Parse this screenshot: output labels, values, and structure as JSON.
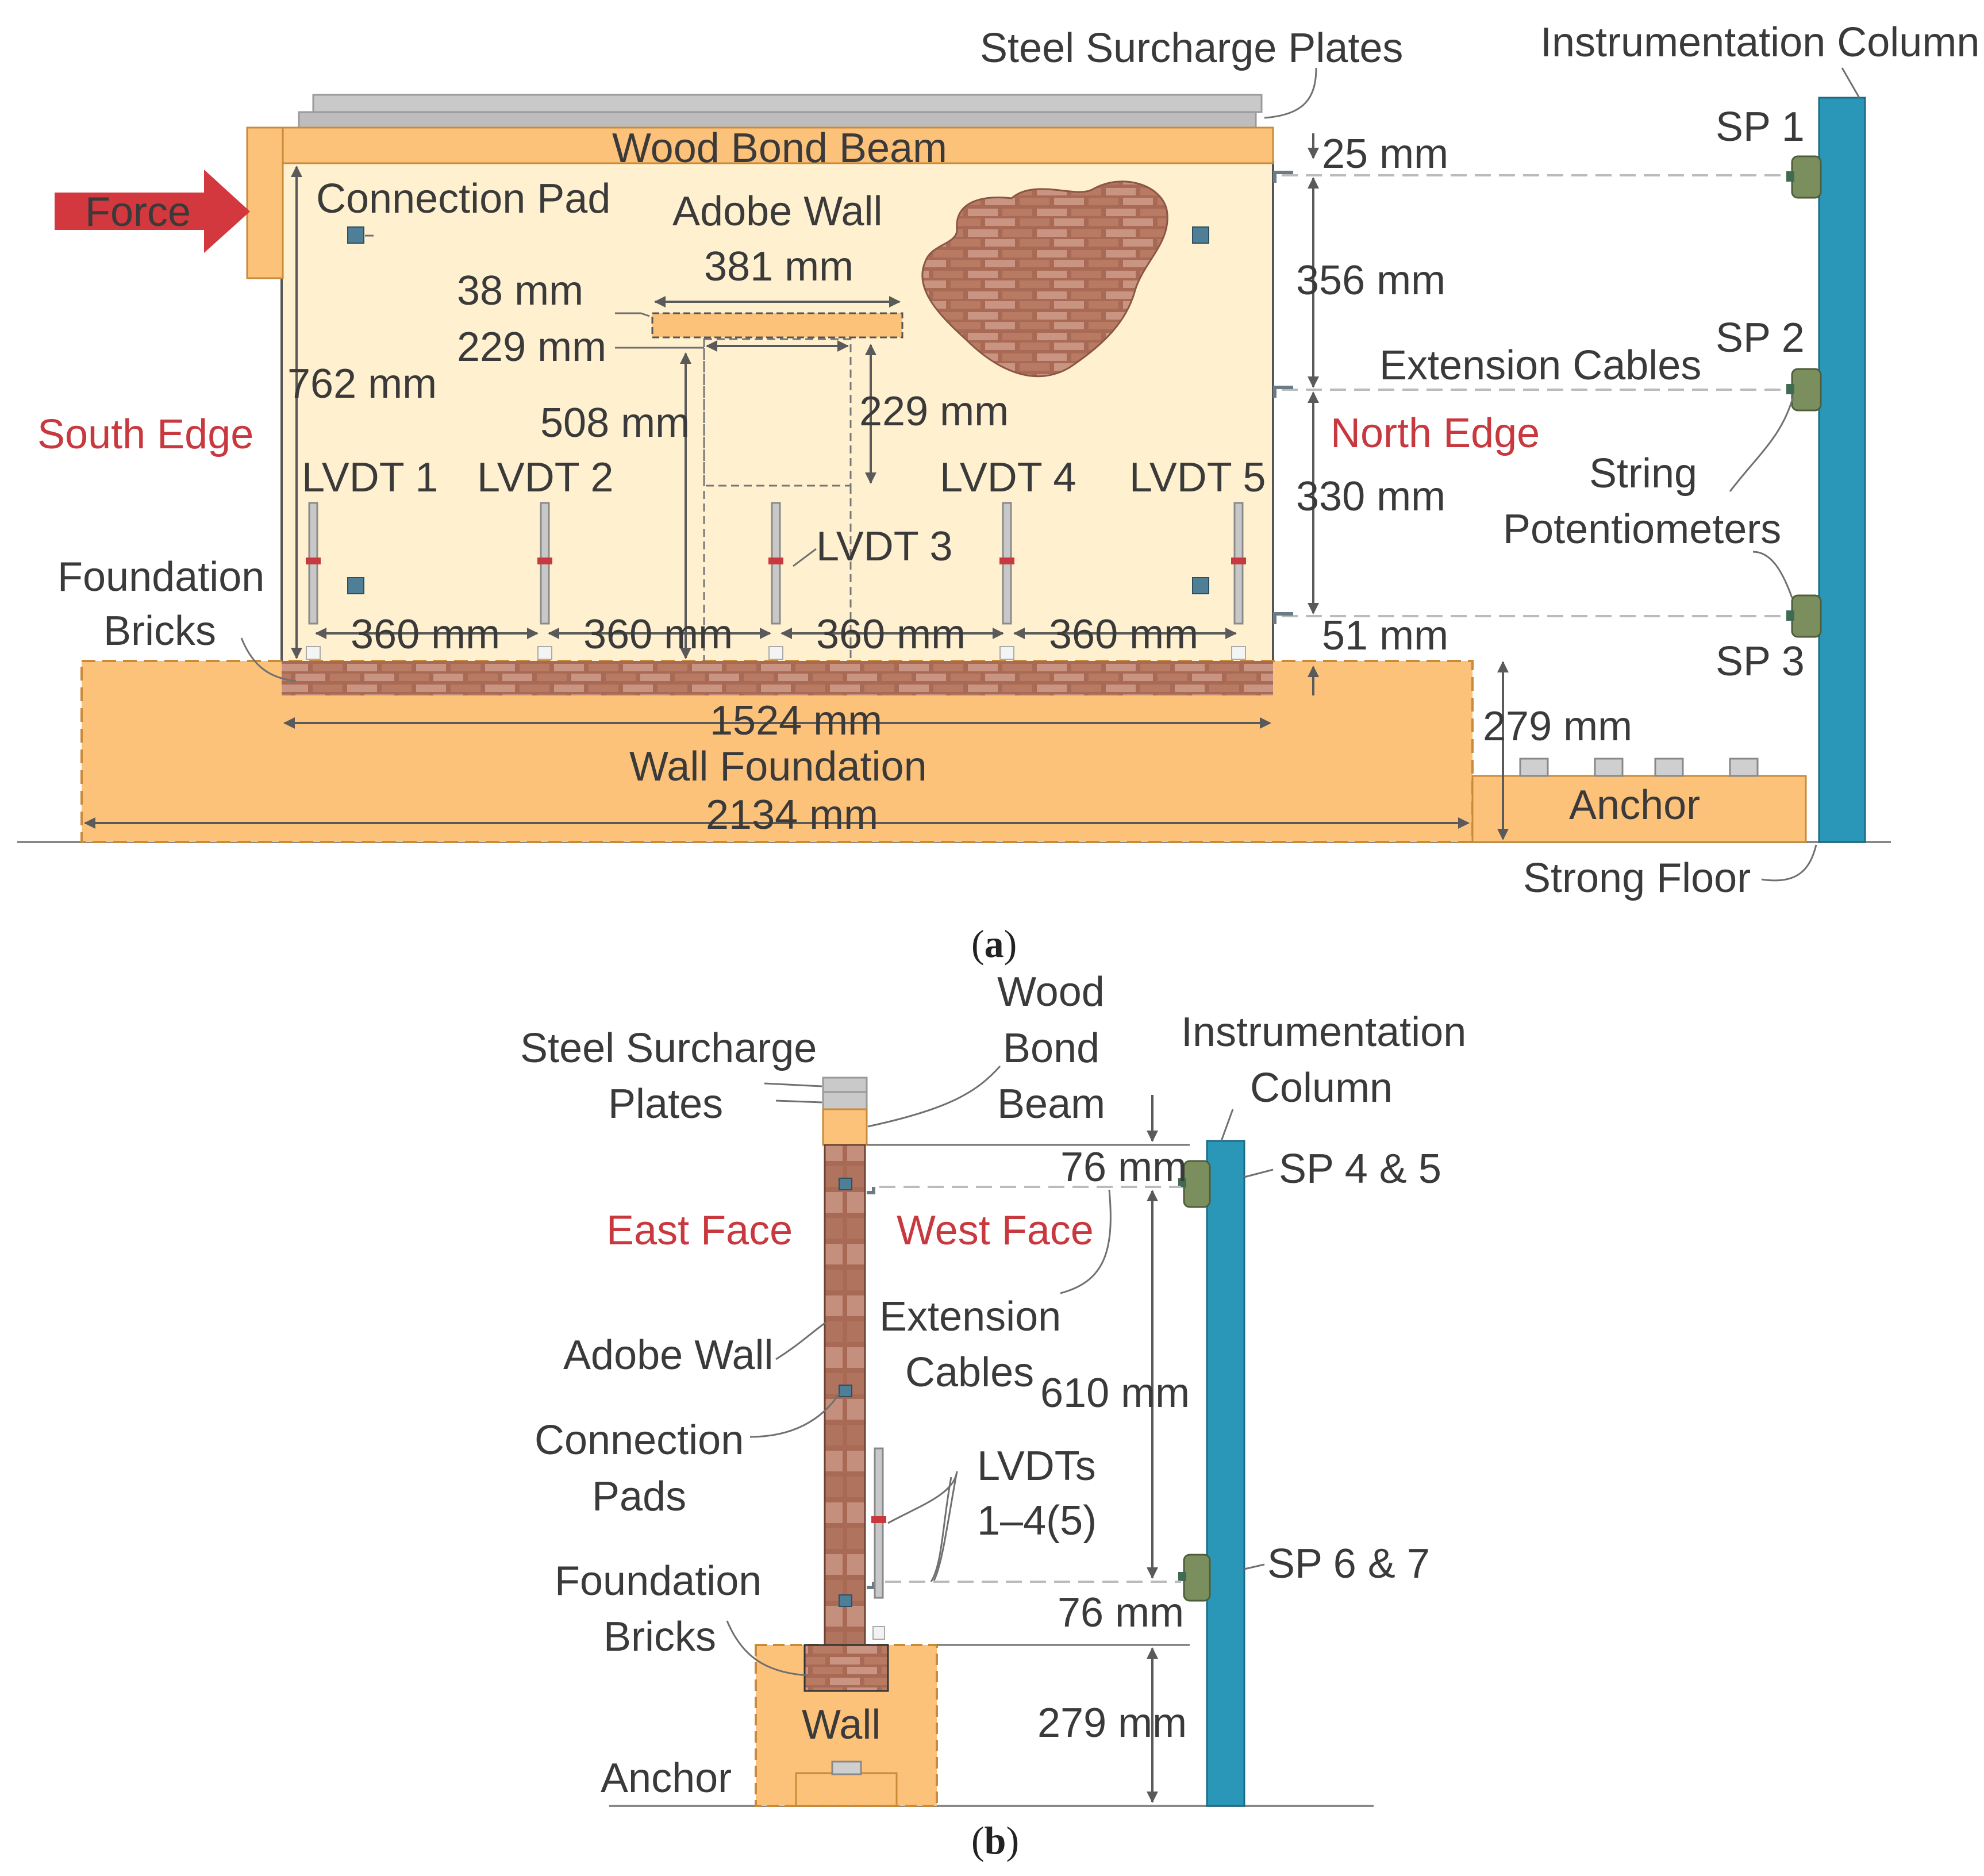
{
  "panel_a": {
    "caption": "(a)",
    "caption_letter": "a",
    "labels": {
      "steel_surcharge_plates": "Steel Surcharge Plates",
      "instrumentation_column": "Instrumentation Column",
      "wood_bond_beam": "Wood Bond Beam",
      "force": "Force",
      "connection_pad": "Connection Pad",
      "adobe_wall": "Adobe Wall",
      "south_edge": "South Edge",
      "north_edge": "North Edge",
      "extension_cables": "Extension Cables",
      "string_potentiometers_line1": "String",
      "string_potentiometers_line2": "Potentiometers",
      "foundation_bricks_line1": "Foundation",
      "foundation_bricks_line2": "Bricks",
      "wall_foundation": "Wall Foundation",
      "anchor": "Anchor",
      "strong_floor": "Strong Floor"
    },
    "sensors": {
      "sp1": "SP 1",
      "sp2": "SP 2",
      "sp3": "SP 3",
      "lvdt1": "LVDT 1",
      "lvdt2": "LVDT 2",
      "lvdt3": "LVDT 3",
      "lvdt4": "LVDT 4",
      "lvdt5": "LVDT 5"
    },
    "dimensions": {
      "d25": "25 mm",
      "d356": "356 mm",
      "d330": "330 mm",
      "d51": "51 mm",
      "d279": "279 mm",
      "d762": "762 mm",
      "d381": "381 mm",
      "d38": "38 mm",
      "d229a": "229 mm",
      "d508": "508 mm",
      "d229b": "229 mm",
      "d360_1": "360 mm",
      "d360_2": "360 mm",
      "d360_3": "360 mm",
      "d360_4": "360 mm",
      "d1524": "1524 mm",
      "d2134": "2134 mm"
    }
  },
  "panel_b": {
    "caption": "(b)",
    "caption_letter": "b",
    "labels": {
      "steel_surcharge_line1": "Steel Surcharge",
      "steel_surcharge_line2": "Plates",
      "wood_line1": "Wood",
      "wood_line2": "Bond",
      "wood_line3": "Beam",
      "instr_line1": "Instrumentation",
      "instr_line2": "Column",
      "east_face": "East Face",
      "west_face": "West Face",
      "adobe_wall": "Adobe Wall",
      "ext_line1": "Extension",
      "ext_line2": "Cables",
      "conn_line1": "Connection",
      "conn_line2": "Pads",
      "lvdts_line1": "LVDTs",
      "lvdts_line2": "1–4(5)",
      "found_line1": "Foundation",
      "found_line2": "Bricks",
      "wall": "Wall",
      "anchor": "Anchor"
    },
    "sensors": {
      "sp45": "SP 4 & 5",
      "sp67": "SP 6 & 7"
    },
    "dimensions": {
      "d76a": "76 mm",
      "d610": "610 mm",
      "d76b": "76 mm",
      "d279": "279 mm"
    }
  },
  "colors": {
    "wall_fill": "#fff1cf",
    "beam_fill": "#fdc27a",
    "foundation_fill": "#fdc27a",
    "brick": "#a86a55",
    "brick_light": "#c99582",
    "column_fill": "#2a97b8",
    "force_arrow": "#d2383d",
    "surcharge": "#c9c9c9",
    "sensor": "#7b8f5e",
    "label_red": "#c8393f"
  },
  "icons": {
    "force_arrow": "right-arrow-icon",
    "string_pot": "string-potentiometer-icon",
    "lvdt": "lvdt-sensor-icon",
    "connection_pad": "connection-pad-icon"
  }
}
